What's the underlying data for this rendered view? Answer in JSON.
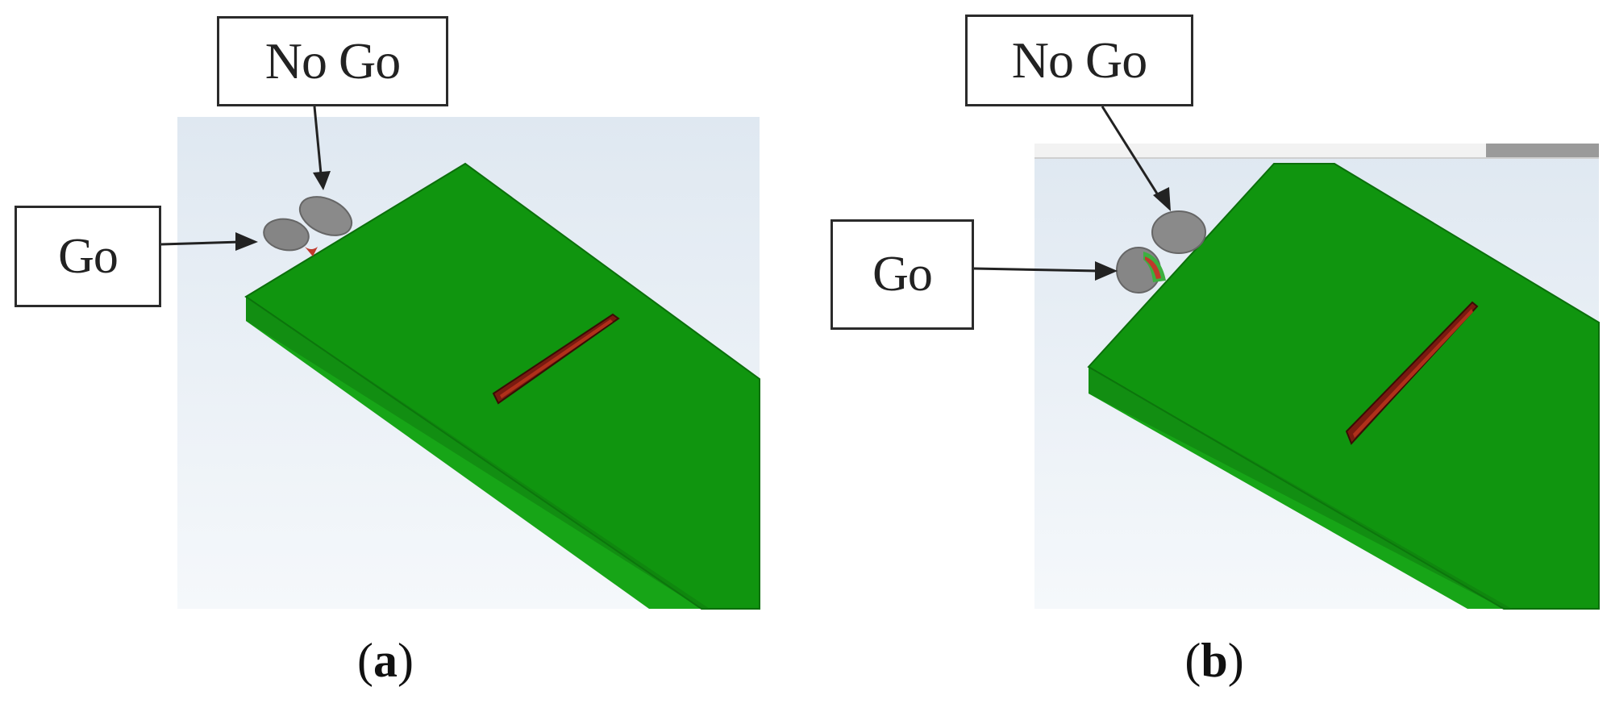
{
  "panels": [
    {
      "callout_no_go": "No Go",
      "callout_go": "Go",
      "caption_letter": "a"
    },
    {
      "callout_no_go": "No Go",
      "callout_go": "Go",
      "caption_letter": "b"
    }
  ],
  "colors": {
    "plate_top": "#119a11",
    "plate_side": "#1cb51c",
    "plate_edge": "#0c7a0c",
    "slot": "#7a1a10",
    "gauge_grey": "#8c8c8c",
    "background_sky": "#e4edf4"
  }
}
